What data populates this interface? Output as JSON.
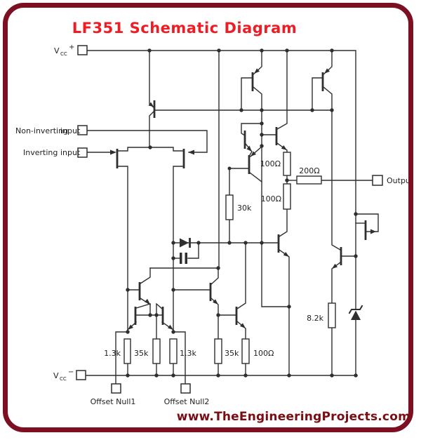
{
  "header": {
    "title": "LF351 Schematic Diagram"
  },
  "footer": {
    "website": "www.TheEngineeringProjects.com"
  },
  "colors": {
    "border": "#7c1022",
    "title_red": "#ee1c23",
    "website_maroon": "#7a0d12",
    "wire": "#2f2f2f",
    "background": "#ffffff"
  },
  "pins": {
    "vcc_plus": {
      "letter": "V",
      "sub": "CC",
      "sign": "+"
    },
    "vcc_minus": {
      "letter": "V",
      "sub": "CC",
      "sign": "−"
    },
    "non_inverting": {
      "word": "Non-inverting",
      "input": "input"
    },
    "inverting": {
      "word": "Inverting",
      "input": "input"
    },
    "output": "Output",
    "offset_null1": "Offset Null1",
    "offset_null2": "Offset Null2"
  },
  "components": {
    "resistors": {
      "r_1k3_left": "1.3k",
      "r_35k_left": "35k",
      "r_1k3_right": "1.3k",
      "r_35k_mid": "35k",
      "r_100_bottom": "100Ω",
      "r_8k2": "8.2k",
      "r_30k": "30k",
      "r_100_upper": "100Ω",
      "r_100_lower": "100Ω",
      "r_200": "200Ω"
    }
  }
}
